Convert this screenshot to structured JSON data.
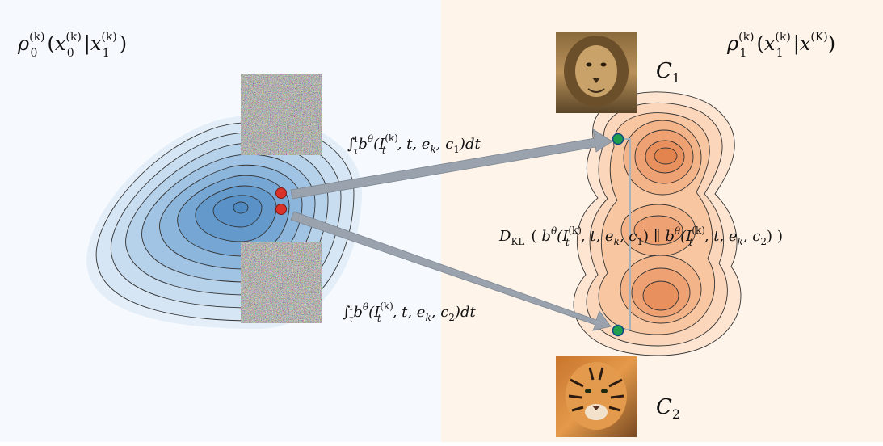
{
  "labels": {
    "rho0": "ρ",
    "rho0_sub": "0",
    "rho0_sup": "(k)",
    "rho0_arg_x": "x",
    "rho0_arg_x_sub": "0",
    "rho0_arg_x_sup": "(k)",
    "rho0_cond_x": "x",
    "rho0_cond_x_sub": "1",
    "rho0_cond_x_sup": "(k)",
    "rho1": "ρ",
    "rho1_sub": "1",
    "rho1_sup": "(k)",
    "rho1_arg_x": "x",
    "rho1_arg_x_sub": "1",
    "rho1_arg_x_sup": "(k)",
    "rho1_cond_x": "x",
    "rho1_cond_x_sup": "(K)",
    "c1": "C",
    "c1_sub": "1",
    "c2": "C",
    "c2_sub": "2",
    "integral_top": "∫τ¹bθ(It(k), t, ek, c1)dt",
    "integral_top_body": "b",
    "integral_top_args": "(I",
    "integral_top_rest": ", t, e",
    "integral_top_c": ", c",
    "integral_top_c_sub": "1",
    "integral_top_end": ")dt",
    "integral_bottom_c_sub": "2",
    "dkl": "D",
    "dkl_sub": "KL",
    "dkl_open": "(",
    "dkl_close": ")",
    "dkl_sep": "∥",
    "theta": "θ",
    "t_sup": "(k)",
    "t_sub": "t",
    "e_sub": "k",
    "int_sym": "∫",
    "int_upper": "1",
    "int_lower": "τ"
  },
  "colors": {
    "left_bg": "#f6faff",
    "right_bg": "#fff4ea",
    "blue_density": "#4a8fcf",
    "orange_density": "#e58b52",
    "arrow": "#9aa3ad",
    "red_point": "#d8322a",
    "green_point": "#1f9e4f"
  },
  "icons": {
    "noise_top": "noise-image-icon",
    "noise_bottom": "noise-image-icon",
    "lion": "lion-photo-icon",
    "tiger": "tiger-photo-icon"
  }
}
